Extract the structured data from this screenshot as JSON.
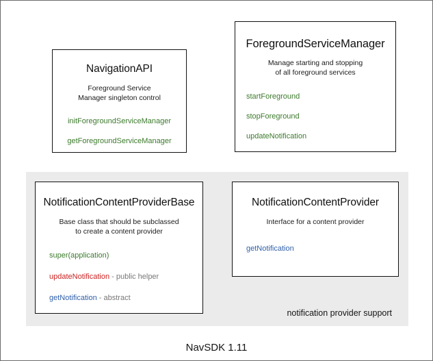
{
  "diagram": {
    "footer_caption": "NavSDK 1.11",
    "panel": {
      "label": "notification provider support",
      "background_color": "#ebebeb"
    },
    "colors": {
      "method_green": "#3c7a2c",
      "method_red": "#cc2222",
      "method_blue": "#2f5fa8",
      "note_gray": "#777777",
      "box_border": "#111111",
      "page_border": "#6b6b6b",
      "panel_gray": "#ebebeb",
      "text_black": "#101010"
    },
    "boxes": {
      "navigation_api": {
        "title": "NavigationAPI",
        "description_line1": "Foreground Service",
        "description_line2": "Manager singleton control",
        "methods": [
          {
            "name": "initForegroundServiceManager",
            "note": "",
            "color": "green"
          },
          {
            "name": "getForegroundServiceManager",
            "note": "",
            "color": "green"
          }
        ]
      },
      "foreground_service_manager": {
        "title": "ForegroundServiceManager",
        "description_line1": "Manage starting and stopping",
        "description_line2": "of all foreground services",
        "methods": [
          {
            "name": "startForeground",
            "note": "",
            "color": "green"
          },
          {
            "name": "stopForeground",
            "note": "",
            "color": "green"
          },
          {
            "name": "updateNotification",
            "note": "",
            "color": "green"
          }
        ]
      },
      "notification_content_provider_base": {
        "title": "NotificationContentProviderBase",
        "description_line1": "Base class that should be subclassed",
        "description_line2": "to create a content provider",
        "methods": [
          {
            "name": "super(application)",
            "note": "",
            "color": "green"
          },
          {
            "name": "updateNotification",
            "note": " - public helper",
            "color": "red"
          },
          {
            "name": "getNotification",
            "note": " - abstract",
            "color": "blue"
          }
        ]
      },
      "notification_content_provider": {
        "title": "NotificationContentProvider",
        "description_line1": "Interface for a content provider",
        "description_line2": "",
        "methods": [
          {
            "name": "getNotification",
            "note": "",
            "color": "blue"
          }
        ]
      }
    }
  }
}
